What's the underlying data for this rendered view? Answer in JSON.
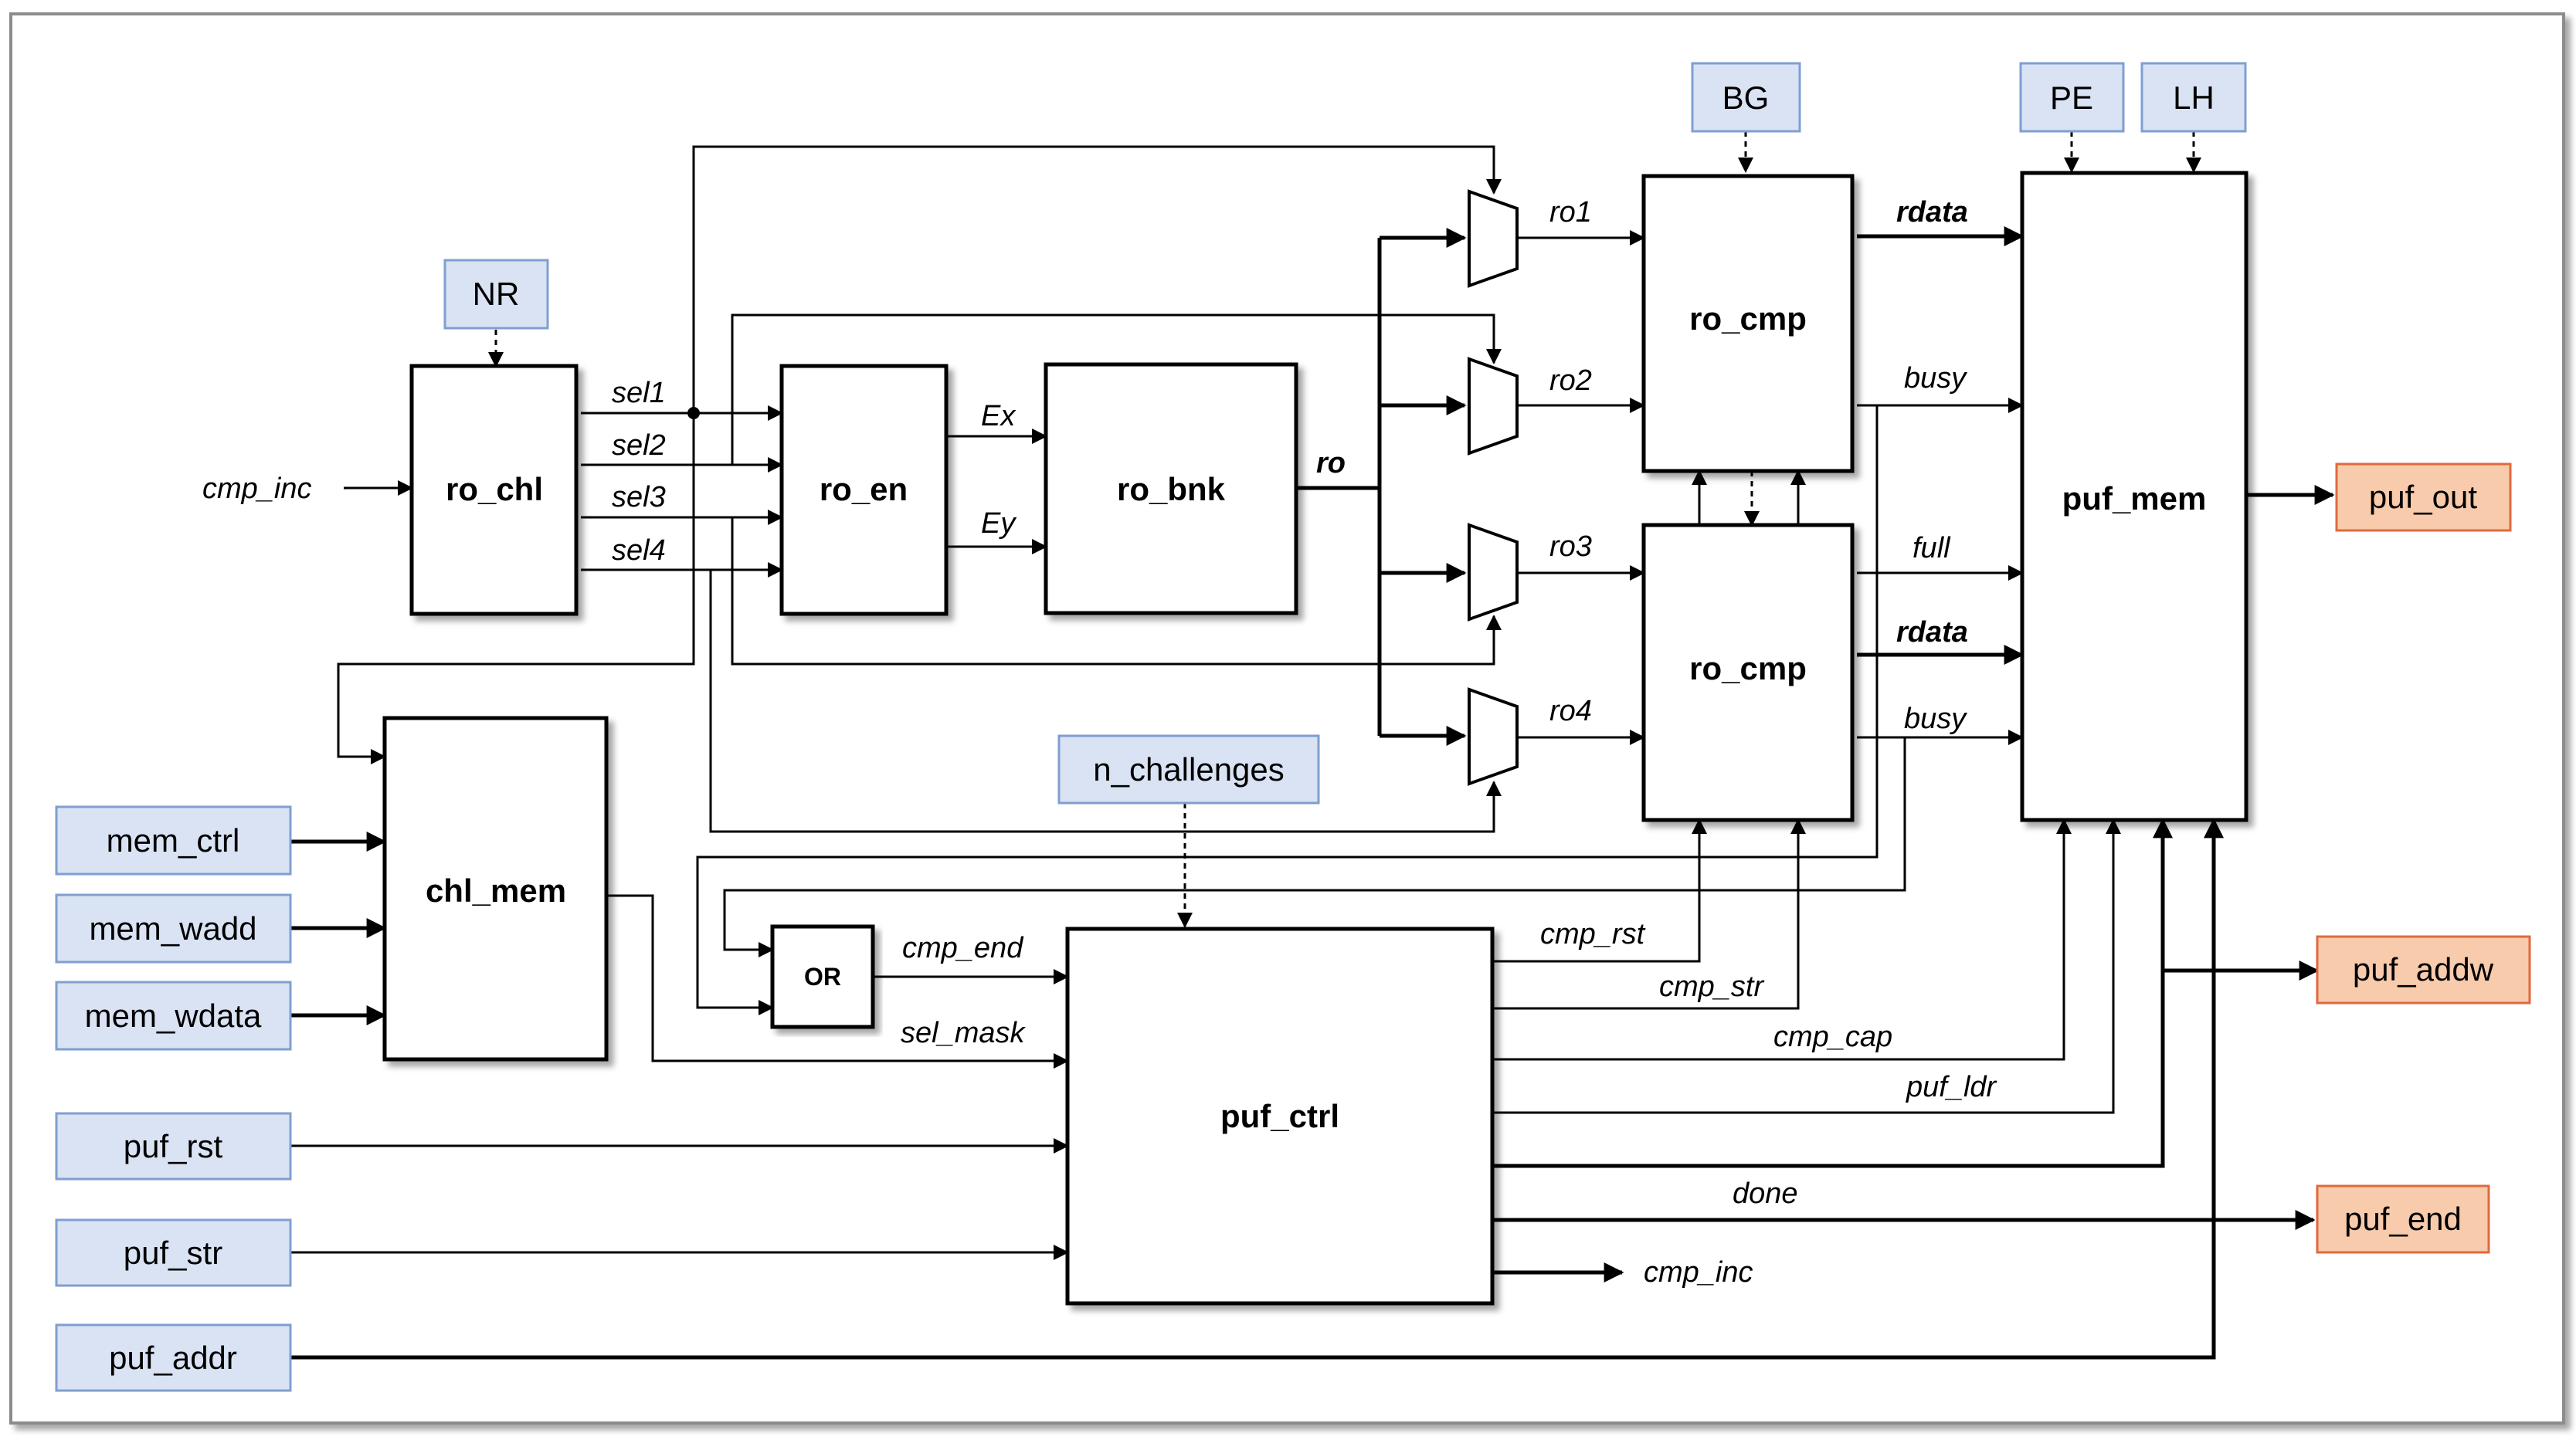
{
  "blocks": {
    "ro_chl": "ro_chl",
    "ro_en": "ro_en",
    "ro_bnk": "ro_bnk",
    "ro_cmp_top": "ro_cmp",
    "ro_cmp_bottom": "ro_cmp",
    "puf_mem": "puf_mem",
    "chl_mem": "chl_mem",
    "puf_ctrl": "puf_ctrl",
    "or_gate": "OR"
  },
  "params": {
    "nr": "NR",
    "bg": "BG",
    "pe": "PE",
    "lh": "LH",
    "n_challenges": "n_challenges"
  },
  "inputs": {
    "mem_ctrl": "mem_ctrl",
    "mem_wadd": "mem_wadd",
    "mem_wdata": "mem_wdata",
    "puf_rst": "puf_rst",
    "puf_str": "puf_str",
    "puf_addr": "puf_addr"
  },
  "outputs": {
    "puf_out": "puf_out",
    "puf_addw": "puf_addw",
    "puf_end": "puf_end"
  },
  "signals": {
    "cmp_inc_in": "cmp_inc",
    "sel1": "sel1",
    "sel2": "sel2",
    "sel3": "sel3",
    "sel4": "sel4",
    "ex": "Ex",
    "ey": "Ey",
    "ro": "ro",
    "ro1": "ro1",
    "ro2": "ro2",
    "ro3": "ro3",
    "ro4": "ro4",
    "rdata_top": "rdata",
    "busy_top": "busy",
    "full": "full",
    "rdata_bottom": "rdata",
    "busy_bottom": "busy",
    "cmp_end": "cmp_end",
    "sel_mask": "sel_mask",
    "cmp_rst": "cmp_rst",
    "cmp_str": "cmp_str",
    "cmp_cap": "cmp_cap",
    "puf_ldr": "puf_ldr",
    "done": "done",
    "cmp_inc_out": "cmp_inc"
  },
  "colors": {
    "param_fill": "#dae3f3",
    "output_fill": "#f8cbad",
    "block_fill": "#ffffff"
  }
}
